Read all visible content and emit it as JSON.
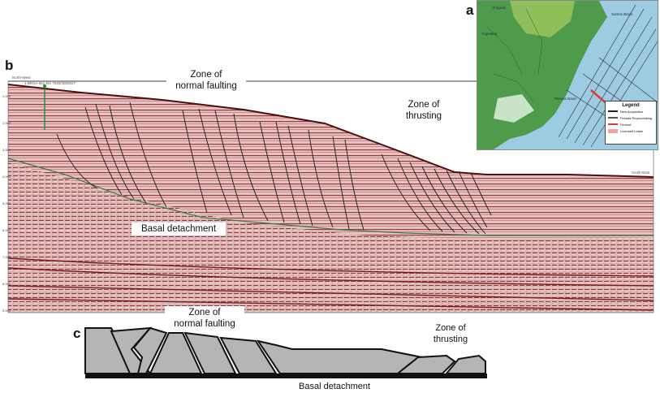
{
  "panel_letters": {
    "a": "a",
    "b": "b",
    "c": "c"
  },
  "seismic": {
    "labels": {
      "normal_faulting": [
        "Zone of",
        "normal faulting"
      ],
      "thrusting": [
        "Zone of",
        "thrusting"
      ],
      "basal_detachment": "Basal detachment",
      "north_west": "North-West",
      "south_east": "South-East",
      "well": "1-BRSA-561-RS 7030/3000027"
    },
    "depth_ticks": [
      "1,000",
      "2,000",
      "3,000",
      "4,000",
      "5,000",
      "6,000",
      "7,000",
      "8,000",
      "9,000"
    ]
  },
  "map": {
    "places": [
      "Uruguay",
      "Argentina",
      "Pelotas Basin",
      "Santos Basin"
    ],
    "legend": {
      "title": "Legend",
      "items": [
        {
          "label": "New Acquisition",
          "color": "#222222"
        },
        {
          "label": "Pelotas Reprocessing",
          "color": "#555555"
        },
        {
          "label": "Firstout",
          "color": "#d93a3a"
        },
        {
          "label": "Licensed Lease",
          "color": "#f2a3a3"
        }
      ]
    }
  },
  "schematic": {
    "labels": {
      "normal_faulting": [
        "Zone of",
        "normal faulting"
      ],
      "thrusting": [
        "Zone of",
        "thrusting"
      ],
      "basal_detachment": "Basal detachment"
    },
    "fill_color": "#b5b5b5"
  }
}
